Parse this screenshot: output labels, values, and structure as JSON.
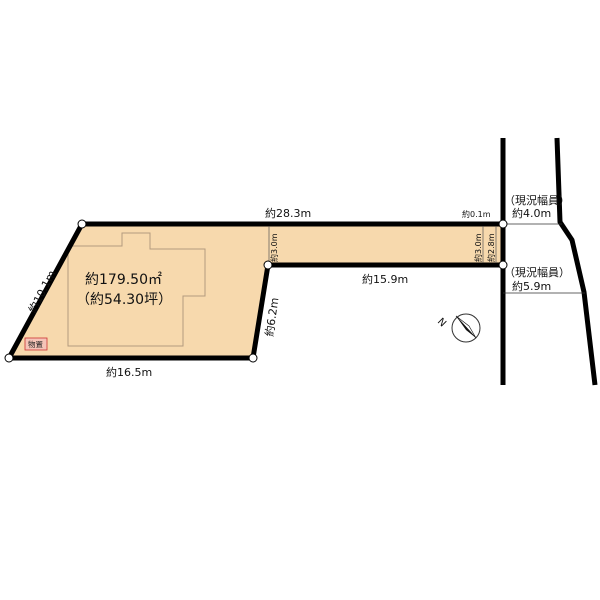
{
  "colors": {
    "lot_fill": "#f7d9ad",
    "boundary": "#000000",
    "building_outline": "#b39a7e",
    "shed_fill": "#f5c4b8",
    "shed_border": "#cc3333"
  },
  "labels": {
    "area_sqm": "約179.50㎡",
    "area_tsubo": "（約54.30坪）",
    "shed": "物置",
    "north": "N"
  },
  "dimensions": {
    "top": "約28.3m",
    "left": "約10.1m",
    "bottom": "約16.5m",
    "diagonal": "約6.2m",
    "inner_bottom": "約15.9m",
    "corner_gap": "約0.1m",
    "left_width": "約3.0m",
    "right_width_a": "約3.0m",
    "right_width_b": "約2.8m"
  },
  "road": {
    "label_1": "（現況幅員）",
    "width_1": "約4.0m",
    "label_2": "（現況幅員）",
    "width_2": "約5.9m"
  },
  "icons": {
    "compass": "north-arrow-icon",
    "corner": "boundary-corner-icon"
  }
}
